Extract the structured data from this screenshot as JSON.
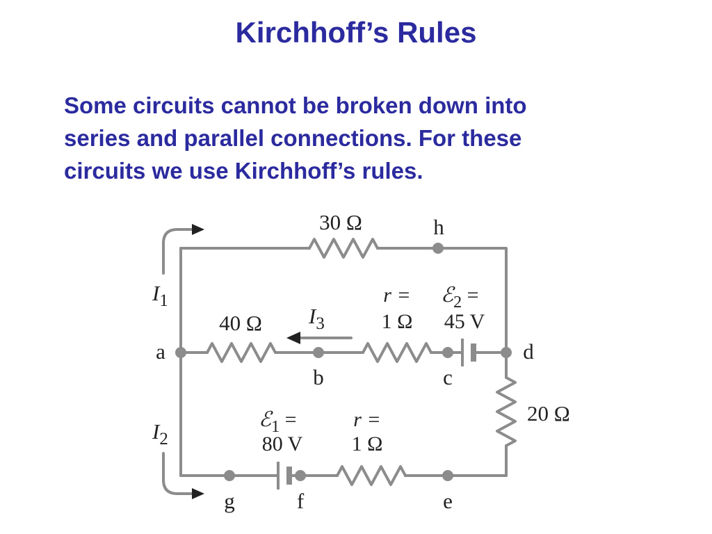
{
  "slide": {
    "title": "Kirchhoff’s Rules",
    "body_lines": [
      "Some circuits cannot be broken down into",
      "series and parallel connections. For these",
      "circuits we use Kirchhoff’s rules."
    ]
  },
  "circuit": {
    "wire_color": "#8c8c8c",
    "text_color": "#222222",
    "title_color": "#2b2b9f",
    "resistors": {
      "top": "30 Ω",
      "left_branch": "40 Ω",
      "right": "20 Ω"
    },
    "internal_resistance": {
      "middle_r_label": "r =",
      "middle_r_value": "1 Ω",
      "bottom_r_label": "r =",
      "bottom_r_value": "1 Ω"
    },
    "emfs": {
      "emf2_symbol": "ℰ",
      "emf2_sub": "2",
      "emf2_eq": " =",
      "emf2_value": "45 V",
      "emf1_symbol": "ℰ",
      "emf1_sub": "1",
      "emf1_eq": " =",
      "emf1_value": "80 V"
    },
    "currents": {
      "i1_letter": "I",
      "i1_sub": "1",
      "i2_letter": "I",
      "i2_sub": "2",
      "i3_letter": "I",
      "i3_sub": "3"
    },
    "nodes": {
      "a": "a",
      "b": "b",
      "c": "c",
      "d": "d",
      "e": "e",
      "f": "f",
      "g": "g",
      "h": "h"
    }
  }
}
